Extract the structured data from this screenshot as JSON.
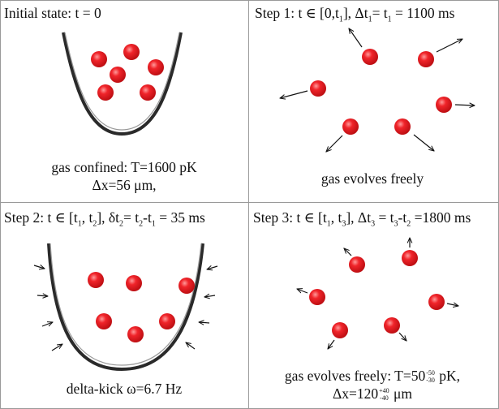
{
  "panels": {
    "p1": {
      "title": "Initial state: t = 0",
      "caption_line1": "gas confined: T=1600 pK",
      "caption_line2": "Δx=56 μm,"
    },
    "p2": {
      "title_pre": "Step 1: t ∈ [0,t",
      "title_sub1": "1",
      "title_mid1": "], Δt",
      "title_sub2": "1",
      "title_mid2": "= t",
      "title_sub3": "1",
      "title_post": " = 1100 ms",
      "caption": "gas evolves freely"
    },
    "p3": {
      "title_pre": "Step 2: t ∈ [t",
      "title_sub1": "1",
      "title_mid1": ", t",
      "title_sub2": "2",
      "title_mid2": "], δt",
      "title_sub3": "2",
      "title_mid3": "= t",
      "title_sub4": "2",
      "title_mid4": "-t",
      "title_sub5": "1",
      "title_post": " = 35 ms",
      "caption": "delta-kick ω=6.7 Hz"
    },
    "p4": {
      "title_pre": "Step 3: t ∈ [t",
      "title_sub1": "1",
      "title_mid1": ", t",
      "title_sub2": "3",
      "title_mid2": "], Δt",
      "title_sub3": "3",
      "title_mid3": " = t",
      "title_sub4": "3",
      "title_mid4": "-t",
      "title_sub5": "2",
      "title_post": " =1800 ms",
      "caption1_pre": "gas evolves freely: T=50",
      "caption1_sup": "-50",
      "caption1_sub": "-30",
      "caption1_post": " pK,",
      "caption2_pre": "Δx=120",
      "caption2_sup": "+40",
      "caption2_sub": "-40",
      "caption2_post": " μm"
    }
  },
  "colors": {
    "atom": "#e8141a",
    "atom_highlight": "#ff8a8a",
    "trap": "#333333",
    "arrow": "#111111",
    "divider": "#9a9a9a"
  },
  "icons": {
    "atom": "red-sphere",
    "trap": "u-shaped-potential",
    "motion": "arrow"
  }
}
